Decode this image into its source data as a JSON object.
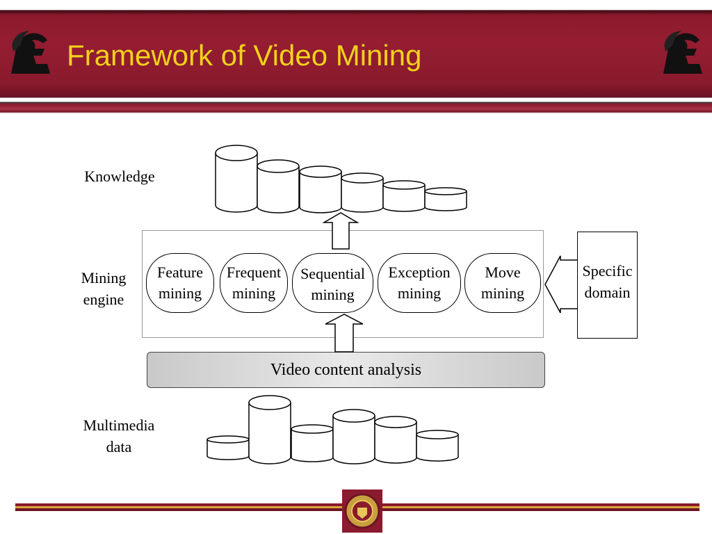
{
  "slide": {
    "title": "Framework of Video Mining"
  },
  "labels": {
    "knowledge": "Knowledge",
    "mining_engine_line1": "Mining",
    "mining_engine_line2": "engine",
    "multimedia_line1": "Multimedia",
    "multimedia_line2": "data"
  },
  "mining_nodes": [
    {
      "line1": "Feature",
      "line2": "mining"
    },
    {
      "line1": "Frequent",
      "line2": "mining"
    },
    {
      "line1": "Sequential",
      "line2": "mining"
    },
    {
      "line1": "Exception",
      "line2": "mining"
    },
    {
      "line1": "Move",
      "line2": "mining"
    }
  ],
  "domain": {
    "line1": "Specific",
    "line2": "domain"
  },
  "analysis": {
    "label": "Video content analysis"
  },
  "colors": {
    "banner": "#951d31",
    "title": "#f2d11c",
    "stroke": "#000000"
  }
}
